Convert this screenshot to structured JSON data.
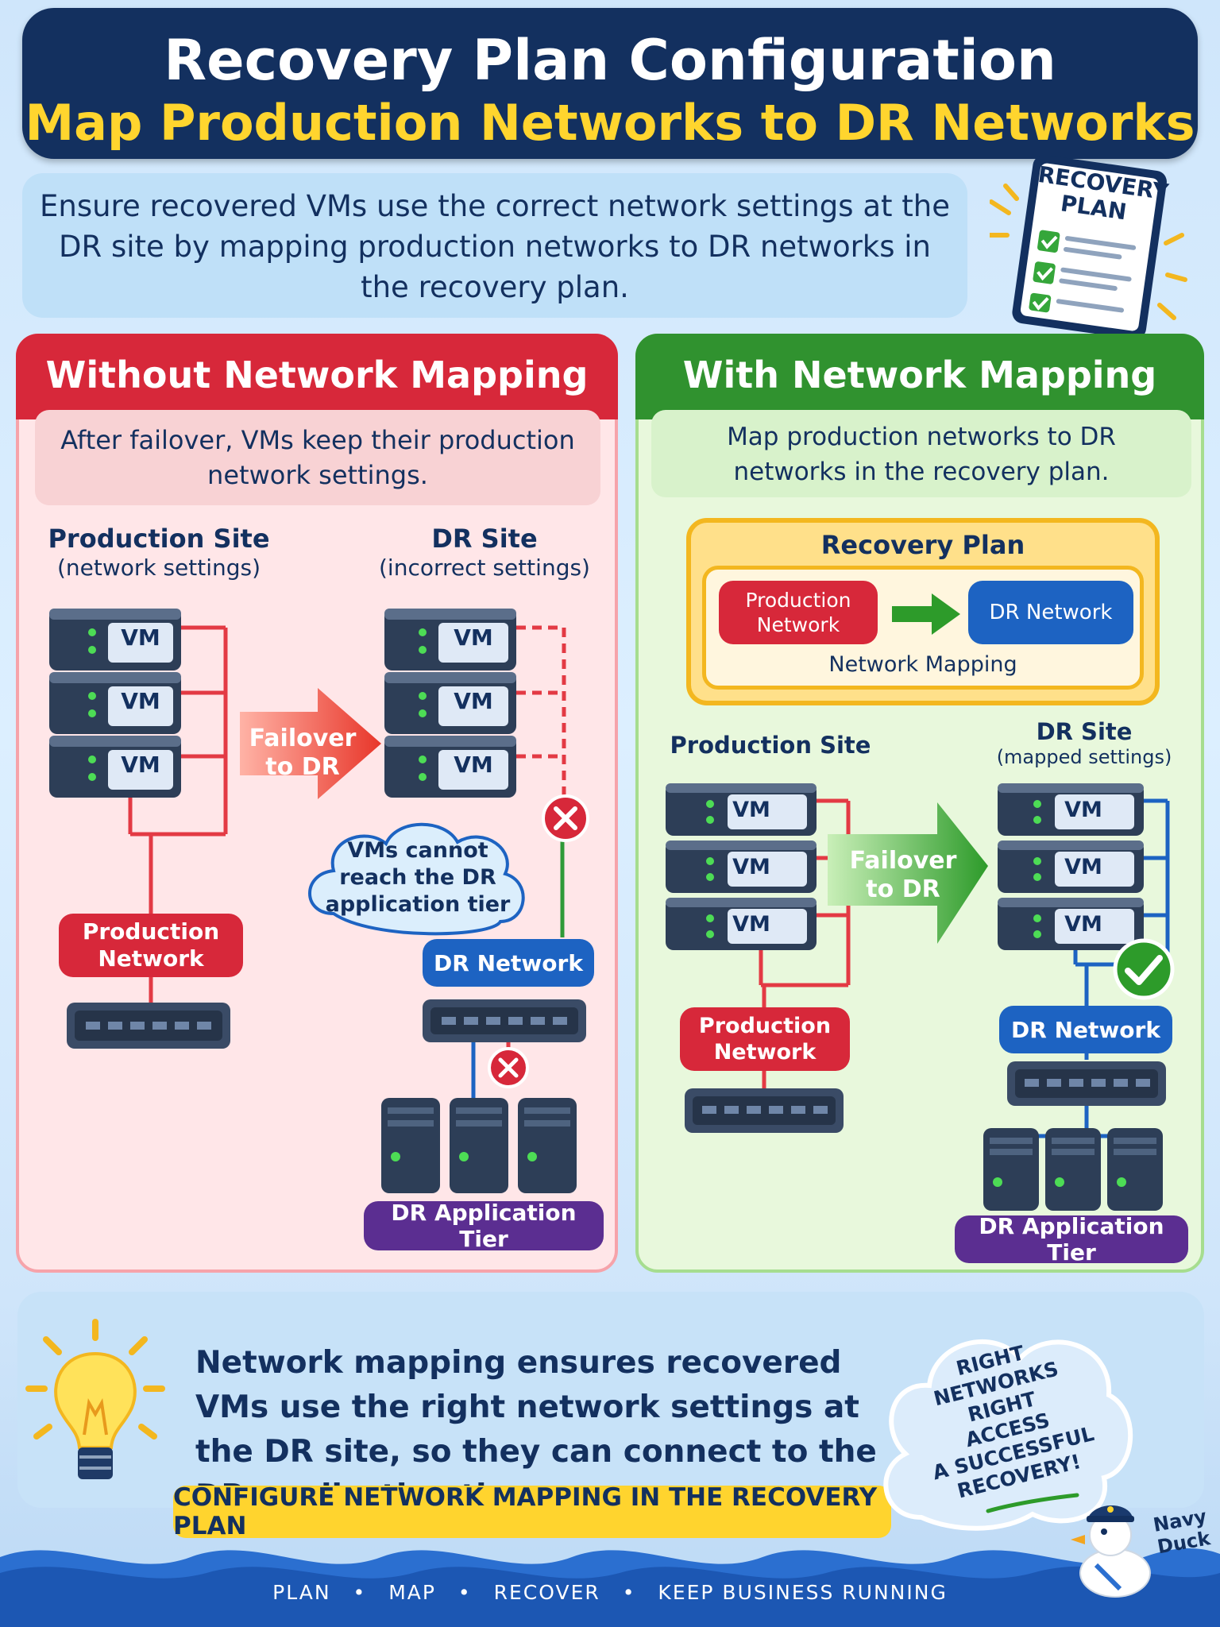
{
  "header": {
    "title": "Recovery Plan Configuration",
    "subtitle": "Map Production Networks to DR Networks"
  },
  "intro": {
    "text": "Ensure recovered VMs use the correct network settings at the DR site by mapping production networks to DR networks in the recovery plan."
  },
  "clipboard": {
    "title_line1": "RECOVERY",
    "title_line2": "PLAN",
    "icon": "checklist-clipboard-icon"
  },
  "left_panel": {
    "title": "Without Network Mapping",
    "note": "After failover, VMs keep their production network settings.",
    "production_site": {
      "title": "Production Site",
      "subtitle": "(network settings)"
    },
    "dr_site": {
      "title": "DR Site",
      "subtitle": "(incorrect settings)"
    },
    "vm_label": "VM",
    "failover": {
      "line1": "Failover",
      "line2": "to DR"
    },
    "production_network": {
      "line1": "Production",
      "line2": "Network"
    },
    "dr_network": "DR Network",
    "cloud_message": {
      "line1": "VMs cannot",
      "line2": "reach the DR",
      "line3": "application tier"
    },
    "app_tier": "DR Application Tier",
    "status_color": "#d7283a"
  },
  "right_panel": {
    "title": "With Network Mapping",
    "note": "Map production networks to DR networks in the recovery plan.",
    "recovery_plan": {
      "title": "Recovery Plan",
      "source": {
        "line1": "Production",
        "line2": "Network"
      },
      "target": "DR Network",
      "caption": "Network Mapping"
    },
    "production_site": {
      "title": "Production Site"
    },
    "dr_site": {
      "title": "DR Site",
      "subtitle": "(mapped settings)"
    },
    "vm_label": "VM",
    "failover": {
      "line1": "Failover",
      "line2": "to DR"
    },
    "production_network": {
      "line1": "Production",
      "line2": "Network"
    },
    "dr_network": "DR Network",
    "app_tier": "DR Application Tier",
    "status_color": "#30922f"
  },
  "bottom": {
    "summary": "Network mapping ensures recovered VMs use the right network settings at the DR site, so they can connect to the DR application tier.",
    "cta": "CONFIGURE NETWORK MAPPING IN THE RECOVERY PLAN",
    "cloud_lines": [
      "RIGHT",
      "NETWORKS",
      "RIGHT",
      "ACCESS",
      "A SUCCESSFUL",
      "RECOVERY!"
    ],
    "mascot": {
      "line1": "Navy",
      "line2": "Duck"
    }
  },
  "footer": {
    "items": [
      "PLAN",
      "MAP",
      "RECOVER",
      "KEEP BUSINESS RUNNING"
    ],
    "separator": "•"
  },
  "colors": {
    "navy": "#13305f",
    "yellow": "#ffd52e",
    "red": "#d7283a",
    "green": "#30922f",
    "blue": "#1d63c2",
    "purple": "#5b2e91"
  }
}
